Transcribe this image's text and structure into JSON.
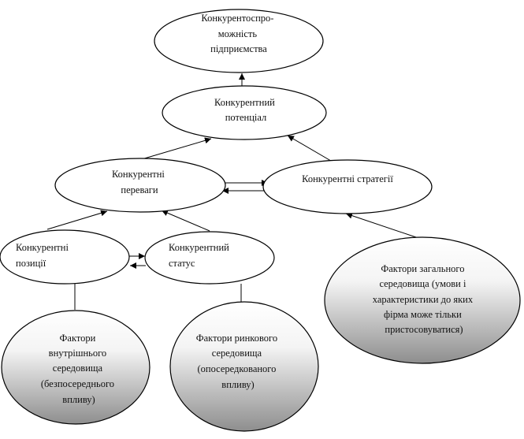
{
  "diagram": {
    "nodes": {
      "competitiveness": {
        "lines": [
          "Конкурентоспро-",
          "можність",
          "підприємства"
        ]
      },
      "potential": {
        "lines": [
          "Конкурентний",
          "потенціал"
        ]
      },
      "advantages": {
        "lines": [
          "Конкурентні",
          "переваги"
        ]
      },
      "strategies": {
        "lines": [
          "Конкурентні стратегії"
        ]
      },
      "positions": {
        "lines": [
          "Конкурентні",
          "позиції"
        ]
      },
      "status": {
        "lines": [
          "Конкурентний",
          "статус"
        ]
      },
      "internal_factors": {
        "lines": [
          "Фактори",
          "внутрішнього",
          "середовища",
          "(безпосереднього",
          "впливу)"
        ]
      },
      "market_factors": {
        "lines": [
          "Фактори ринкового",
          "середовища",
          "(опосередкованого",
          "впливу)"
        ]
      },
      "general_factors": {
        "lines": [
          "Фактори загального",
          "середовища (умови і",
          "характеристики до яких",
          "фірма може тільки",
          "пристосовуватися)"
        ]
      }
    },
    "colors": {
      "stroke": "#000000",
      "gradient_light": "#ffffff",
      "gradient_dark": "#8e8e8e"
    }
  }
}
